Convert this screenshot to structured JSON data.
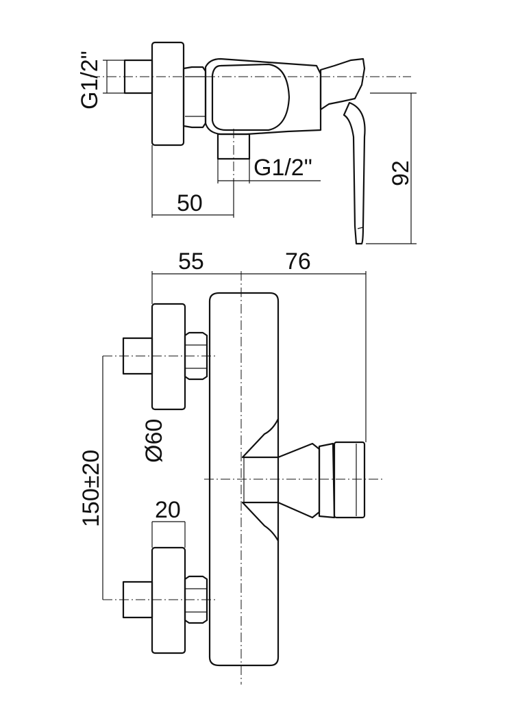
{
  "labels": {
    "thread_left": "G1/2\"",
    "thread_bottom": "G1/2\"",
    "dim_50": "50",
    "dim_92": "92",
    "dim_55": "55",
    "dim_76": "76",
    "dim_diameter": "Ø60",
    "dim_150": "150±20",
    "dim_20": "20"
  }
}
